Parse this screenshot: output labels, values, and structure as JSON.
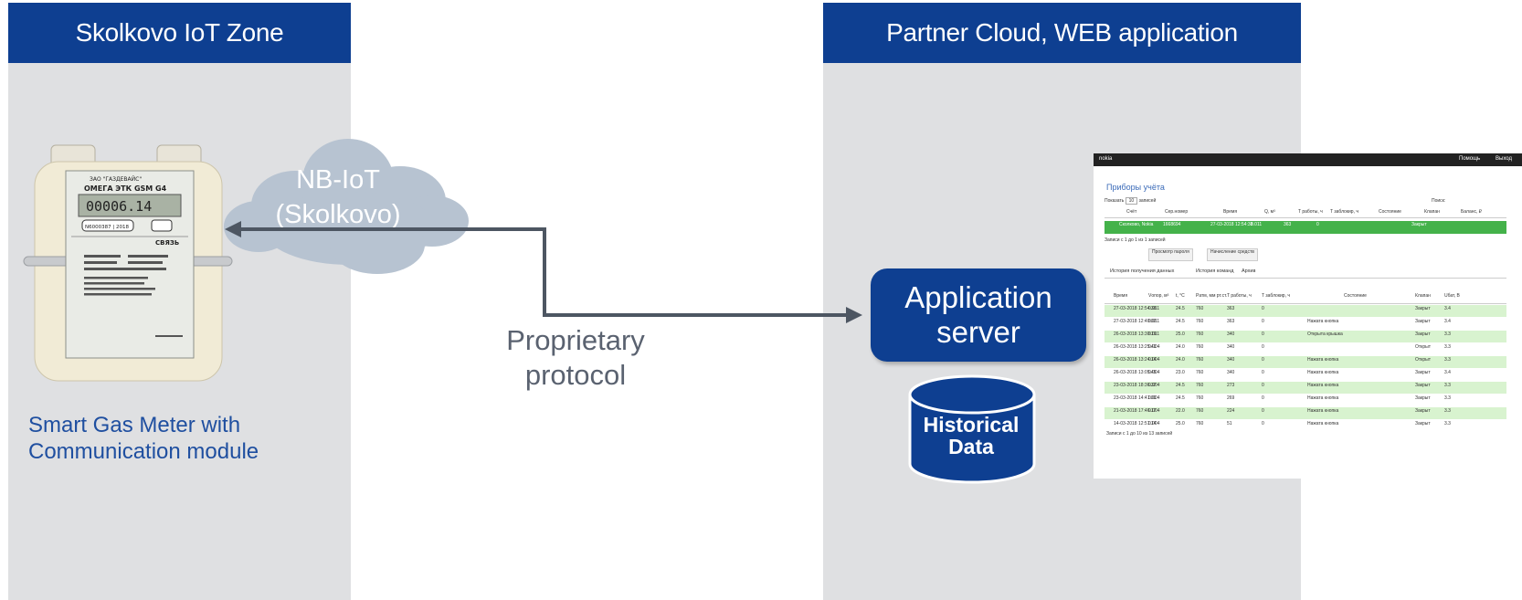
{
  "left_zone": {
    "title": "Skolkovo IoT Zone",
    "caption_line1": "Smart Gas Meter with",
    "caption_line2": "Communication module"
  },
  "cloud": {
    "line1": "NB-IoT",
    "line2": "(Skolkovo)"
  },
  "link_label": {
    "line1": "Proprietary",
    "line2": "protocol"
  },
  "right_zone": {
    "title": "Partner Cloud, WEB application",
    "app_server_line1": "Application",
    "app_server_line2": "server",
    "db_line1": "Historical",
    "db_line2": "Data"
  },
  "meter": {
    "maker": "ЗАО \"ГАЗДЕВАЙС\"",
    "model": "ОМЕГА ЭТК GSM G4",
    "reading": "00006.14",
    "serial": "N6000387 | 2018",
    "brand": "СВЯЗЬ"
  },
  "web_app": {
    "user": "nokia",
    "help": "Помощь",
    "logout": "Выход",
    "page_title": "Приборы учёта",
    "show_label": "Показать",
    "show_count": "10",
    "records_label": "записей",
    "search_label": "Поиск:",
    "device_columns": [
      "Счёт",
      "Сер.номер",
      "Время",
      "Q, м³",
      "T работы, ч",
      "T заблокир, ч",
      "Состояние",
      "Клапан",
      "Баланс, ₽"
    ],
    "device_row": [
      "Сколково, Nokia",
      "1668694",
      "27-03-2018 12:54:38",
      "0.011",
      "363",
      "0",
      "",
      "Закрыт",
      ""
    ],
    "device_footer": "Записи с 1 до 1 из 1 записей",
    "tabs": [
      "История получения данных",
      "История команд",
      "Архив"
    ],
    "history_columns": [
      "Время",
      "Vопор, м³",
      "t, °C",
      "Pатм, мм рт.ст.",
      "T работы, ч",
      "T заблокир, ч",
      "Состояние",
      "Клапан",
      "Uбат, В"
    ],
    "history_rows": [
      [
        "27-03-2018 12:54:38",
        "0.011",
        "24.5",
        "760",
        "363",
        "0",
        "",
        "Закрыт",
        "3.4"
      ],
      [
        "27-03-2018 12:40:02",
        "0.011",
        "24.5",
        "760",
        "363",
        "0",
        "Нажата кнопка",
        "Закрыт",
        "3.4"
      ],
      [
        "26-03-2018 13:30:19",
        "0.011",
        "25.0",
        "760",
        "340",
        "0",
        "Открыта крышка",
        "Закрыт",
        "3.3"
      ],
      [
        "26-03-2018 13:25:41",
        "0.004",
        "24.0",
        "760",
        "340",
        "0",
        "",
        "Открыт",
        "3.3"
      ],
      [
        "26-03-2018 13:24:14",
        "0.004",
        "24.0",
        "760",
        "340",
        "0",
        "Нажата кнопка",
        "Открыт",
        "3.3"
      ],
      [
        "26-03-2018 13:05:45",
        "0.004",
        "23.0",
        "760",
        "340",
        "0",
        "Нажата кнопка",
        "Закрыт",
        "3.4"
      ],
      [
        "23-03-2018 18:36:37",
        "0.004",
        "24.5",
        "760",
        "273",
        "0",
        "Нажата кнопка",
        "Закрыт",
        "3.3"
      ],
      [
        "23-03-2018 14:41:01",
        "0.004",
        "24.5",
        "760",
        "269",
        "0",
        "Нажата кнопка",
        "Закрыт",
        "3.3"
      ],
      [
        "21-03-2018 17:46:17",
        "0.004",
        "22.0",
        "760",
        "224",
        "0",
        "Нажата кнопка",
        "Закрыт",
        "3.3"
      ],
      [
        "14-03-2018 12:51:14",
        "0.004",
        "25.0",
        "760",
        "51",
        "0",
        "Нажата кнопка",
        "Закрыт",
        "3.3"
      ]
    ],
    "history_footer": "Записи с 1 до 10 из 13 записей",
    "toolbar": [
      "Просмотр пароля",
      "Начисление средств"
    ]
  },
  "colors": {
    "brand_blue": "#0e3f91",
    "zone_gray": "#dfe0e2",
    "arrow": "#4d5662",
    "cloud": "#b7c3d1"
  }
}
